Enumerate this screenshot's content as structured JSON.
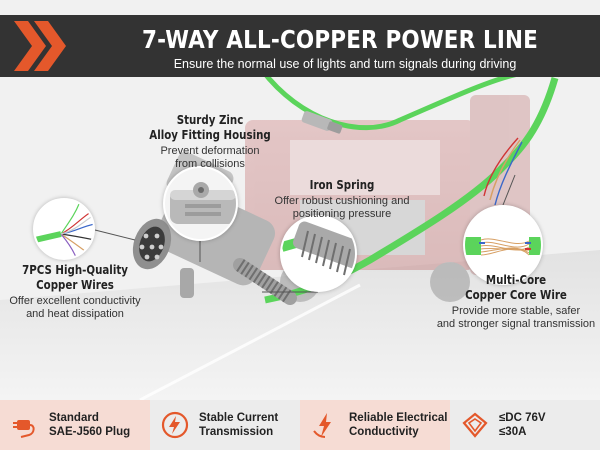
{
  "header": {
    "title": "7-WAY ALL-COPPER POWER LINE",
    "subtitle": "Ensure the normal use of lights and turn signals during driving"
  },
  "callouts": {
    "zinc": {
      "title_line1": "Sturdy Zinc",
      "title_line2": "Alloy Fitting Housing",
      "desc_line1": "Prevent deformation",
      "desc_line2": "from collisions"
    },
    "spring": {
      "title_line1": "Iron Spring",
      "desc_line1": "Offer robust cushioning and",
      "desc_line2": "positioning pressure"
    },
    "wires": {
      "title_line1": "7PCS High-Quality",
      "title_line2": "Copper Wires",
      "desc_line1": "Offer excellent conductivity",
      "desc_line2": "and heat dissipation"
    },
    "core": {
      "title_line1": "Multi-Core",
      "title_line2": "Copper Core Wire",
      "desc_line1": "Provide more stable, safer",
      "desc_line2": "and stronger signal transmission"
    }
  },
  "features": [
    {
      "icon": "plug-icon",
      "line1": "Standard",
      "line2": "SAE-J560 Plug"
    },
    {
      "icon": "lightning-icon",
      "line1": "Stable Current",
      "line2": "Transmission"
    },
    {
      "icon": "bolt-hand-icon",
      "line1": "Reliable Electrical",
      "line2": "Conductivity"
    },
    {
      "icon": "diamond-icon",
      "line1": "≤DC 76V",
      "line2": "≤30A"
    }
  ],
  "colors": {
    "accent": "#e4582b",
    "header_bg": "#333333",
    "cable_green": "#5bd45b",
    "feature_bg_warm": "#f6dcd4",
    "feature_bg_gray": "#ececec"
  }
}
